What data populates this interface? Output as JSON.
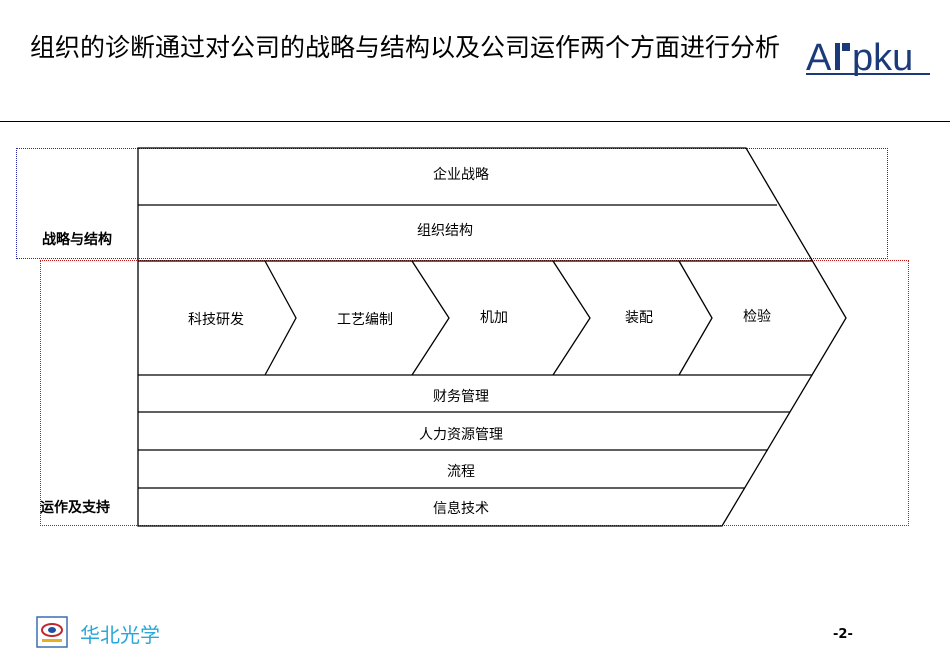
{
  "title": "组织的诊断通过对公司的战略与结构以及公司运作两个方面进行分析",
  "logo_text": "AIpku",
  "brand_color": "#1a3a7a",
  "strategy_section": {
    "side_label": "战略与结构",
    "rows": [
      "企业战略",
      "组织结构"
    ]
  },
  "operations_section": {
    "side_label": "运作及支持",
    "process_steps": [
      "科技研发",
      "工艺编制",
      "机加",
      "装配",
      "检验"
    ],
    "support_rows": [
      "财务管理",
      "人力资源管理",
      "流程",
      "信息技术"
    ]
  },
  "footer": {
    "company": "华北光学",
    "company_color": "#2aa7d8",
    "page": "-2-"
  }
}
